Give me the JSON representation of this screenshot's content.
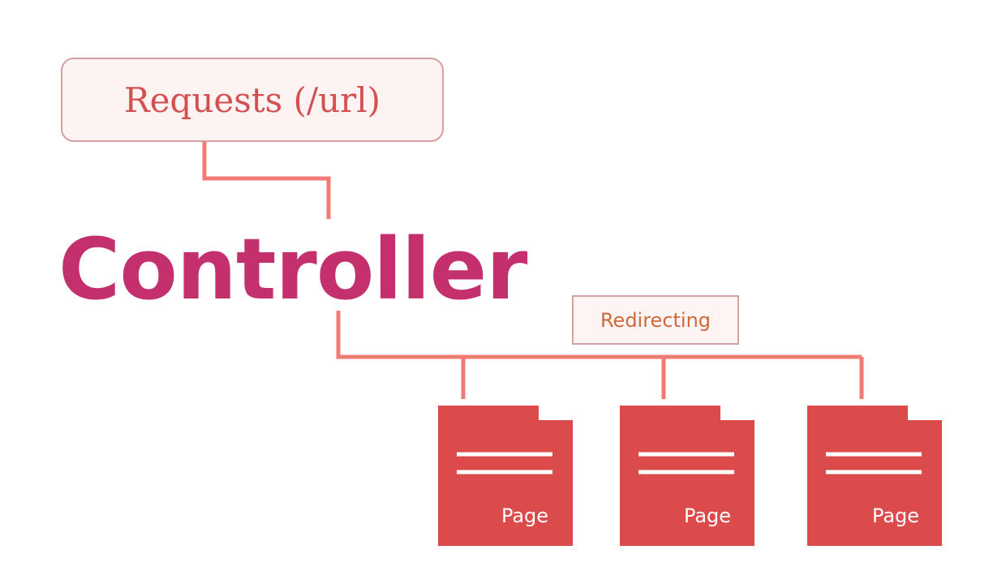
{
  "diagram": {
    "request_label": "Requests (/url)",
    "controller_label": "Controller",
    "redirect_label": "Redirecting",
    "pages": [
      {
        "label": "Page"
      },
      {
        "label": "Page"
      },
      {
        "label": "Page"
      }
    ]
  },
  "colors": {
    "connector": "#f07b72",
    "page_fill": "#db4b4b",
    "controller_text": "#c4306e",
    "request_text": "#d45050",
    "redirect_text": "#d0683a"
  }
}
